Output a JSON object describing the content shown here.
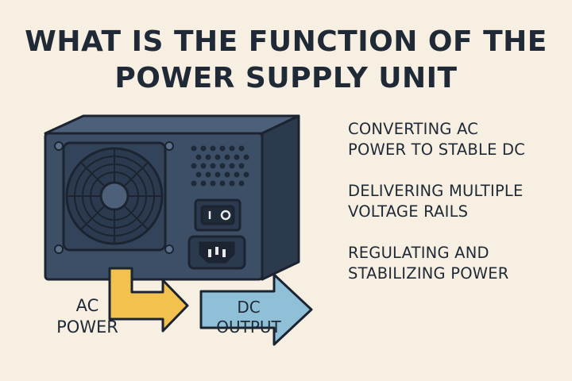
{
  "title": {
    "line1": "WHAT IS THE FUNCTION OF THE",
    "line2": "POWER SUPPLY UNIT"
  },
  "functions": [
    {
      "line1": "CONVERTING AC",
      "line2": "POWER TO STABLE DC"
    },
    {
      "line1": "DELIVERING MULTIPLE",
      "line2": "VOLTAGE RAILS"
    },
    {
      "line1": "REGULATING AND",
      "line2": "STABILIZING POWER"
    }
  ],
  "input_label": {
    "line1": "AC",
    "line2": "POWER"
  },
  "output_label": {
    "line1": "DC",
    "line2": "OUTPUT"
  },
  "colors": {
    "background": "#f7efe2",
    "psu_front": "#3d4f66",
    "psu_side": "#2c3a4d",
    "psu_top": "#4d6079",
    "ac_arrow": "#f2c14e",
    "dc_arrow": "#8fc0d8",
    "outline": "#1b2430"
  },
  "icons": [
    "fan-icon",
    "power-switch-icon",
    "power-socket-icon",
    "ac-arrow-icon",
    "dc-arrow-icon"
  ]
}
